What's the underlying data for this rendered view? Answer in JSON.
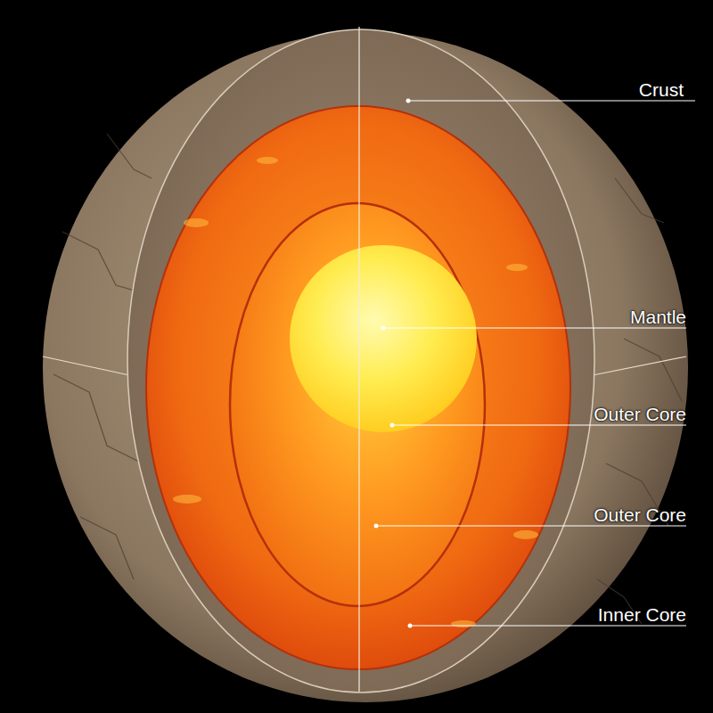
{
  "diagram": {
    "labels": [
      "Crust",
      "Mantle",
      "Outer Core",
      "Outer Core",
      "Inner Core"
    ]
  }
}
